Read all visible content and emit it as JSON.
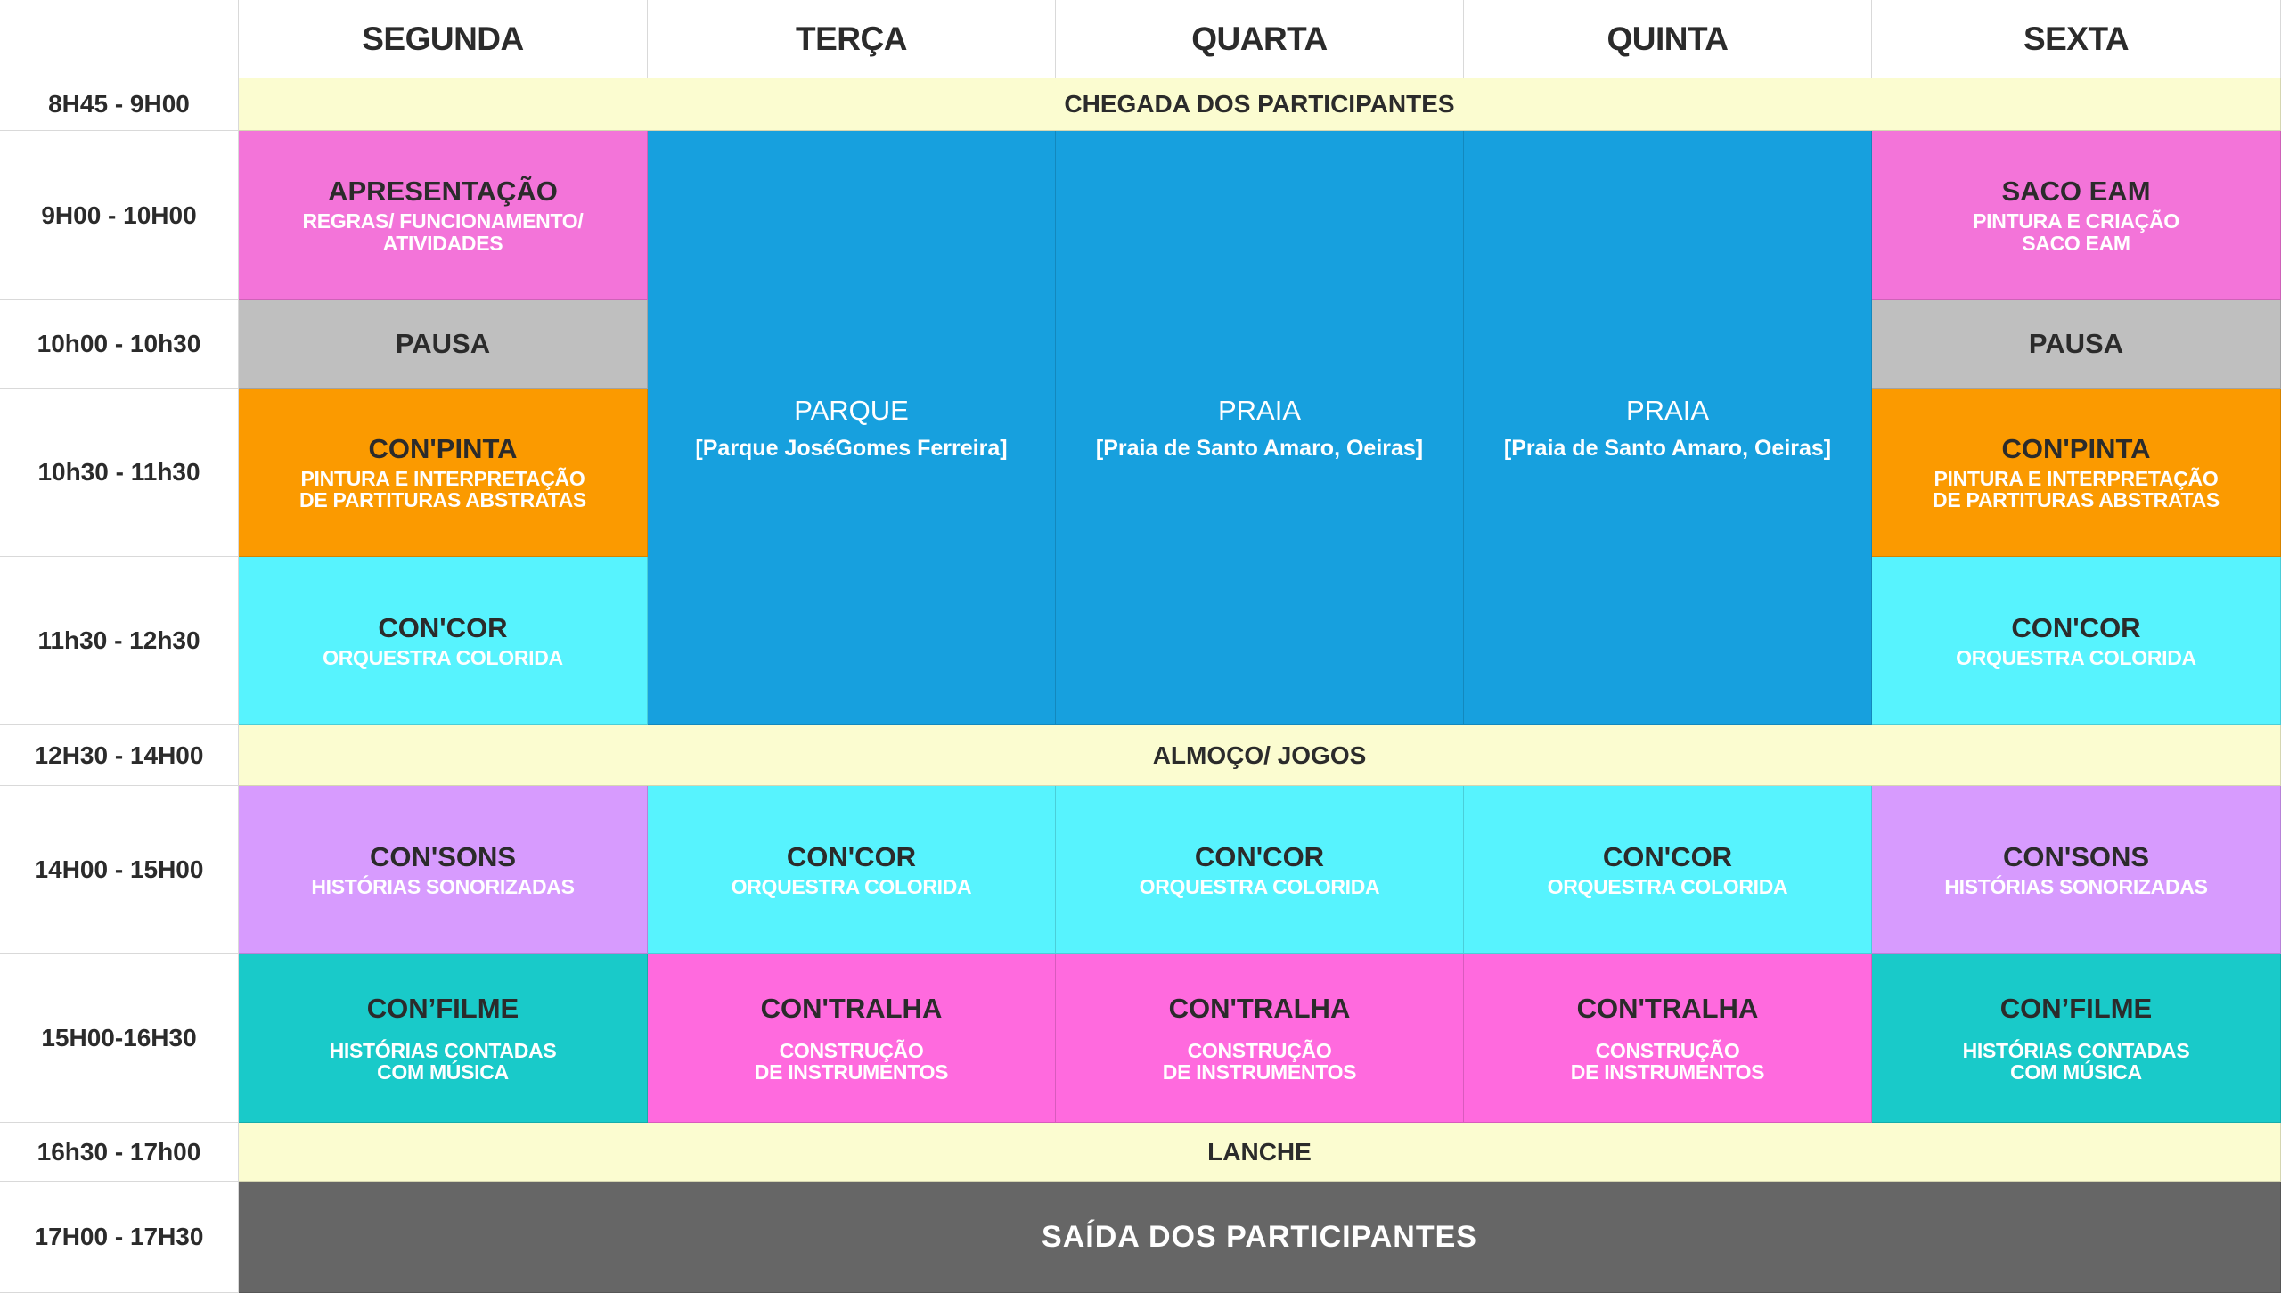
{
  "days": [
    "SEGUNDA",
    "TERÇA",
    "QUARTA",
    "QUINTA",
    "SEXTA"
  ],
  "times": [
    "8H45 - 9H00",
    "9H00 - 10H00",
    "10h00 - 10h30",
    "10h30 - 11h30",
    "11h30 - 12h30",
    "12H30 - 14H00",
    "14H00 - 15H00",
    "15H00-16H30",
    "16h30 - 17h00",
    "17H00 - 17H30"
  ],
  "bands": {
    "arrival": "CHEGADA DOS PARTICIPANTES",
    "lunch": "ALMOÇO/ JOGOS",
    "snack": "LANCHE",
    "exit": "SAÍDA DOS PARTICIPANTES"
  },
  "apresentacao": {
    "title": "APRESENTAÇÃO",
    "sub": "REGRAS/ FUNCIONAMENTO/\nATIVIDADES"
  },
  "saco": {
    "title": "SACO EAM",
    "sub": "PINTURA E CRIAÇÃO\nSACO EAM"
  },
  "pausa": "PAUSA",
  "conpinta": {
    "title": "CON'PINTA",
    "sub": "PINTURA E INTERPRETAÇÃO\nDE PARTITURAS ABSTRATAS"
  },
  "concor": {
    "title": "CON'COR",
    "sub": "ORQUESTRA COLORIDA"
  },
  "parque": {
    "title": "PARQUE",
    "sub": "[Parque JoséGomes Ferreira]"
  },
  "praia": {
    "title": "PRAIA",
    "sub": "[Praia de Santo Amaro, Oeiras]"
  },
  "consons": {
    "title": "CON'SONS",
    "sub": "HISTÓRIAS SONORIZADAS"
  },
  "confilme": {
    "title": "CON’FILME",
    "sub": "HISTÓRIAS CONTADAS\nCOM MÚSICA"
  },
  "contralha": {
    "title": "CON'TRALHA",
    "sub": "CONSTRUÇÃO\nDE INSTRUMENTOS"
  },
  "colors": {
    "pink": "#f374d9",
    "grey": "#bfbfbf",
    "orange": "#fb9a00",
    "cyan": "#57f3fe",
    "blue": "#17a0de",
    "purple": "#d79bfe",
    "teal": "#19cac9",
    "magenta": "#ff6ade",
    "band": "#fbfcd0",
    "exit": "#666666"
  }
}
